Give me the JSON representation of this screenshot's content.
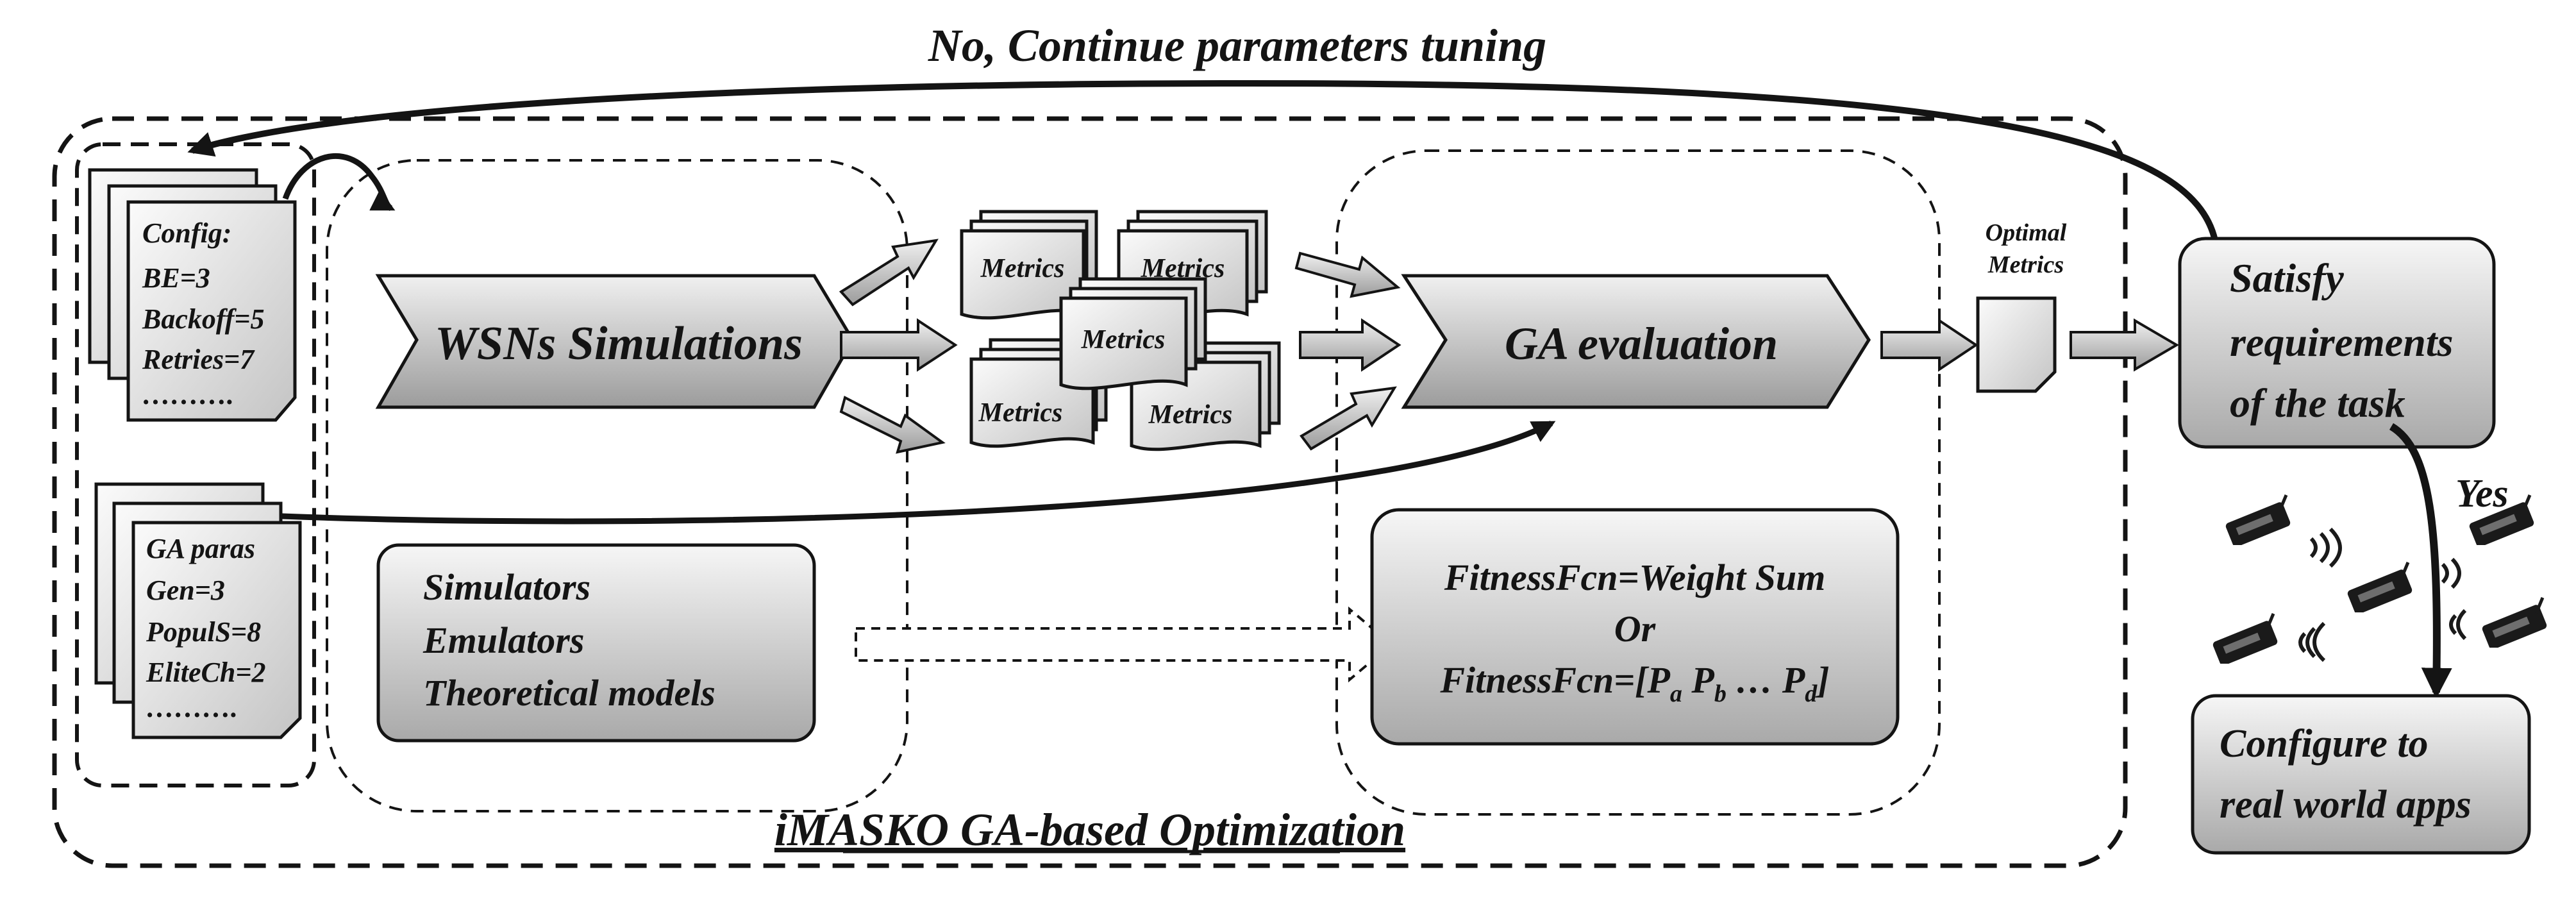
{
  "feedback_label": "No, Continue parameters tuning",
  "outer_caption": "iMASKO GA-based Optimization",
  "config_doc": {
    "lines": [
      "Config:",
      "BE=3",
      "Backoff=5",
      "Retries=7",
      "………."
    ]
  },
  "ga_doc": {
    "lines": [
      "GA paras",
      "Gen=3",
      "PopulS=8",
      "EliteCh=2",
      "………."
    ]
  },
  "simulation_arrow_label": "WSNs Simulations",
  "metrics_label": "Metrics",
  "ga_arrow_label": "GA evaluation",
  "simulators_box": {
    "lines": [
      "Simulators",
      "Emulators",
      "Theoretical models"
    ]
  },
  "fitness_box": {
    "line1": "FitnessFcn=Weight Sum",
    "line2": "Or",
    "line3_prefix": "FitnessFcn=[P",
    "sub_a": "a",
    "p_b": " P",
    "sub_b": "b",
    "ellipsis": " … P",
    "sub_d": "d",
    "line3_suffix": "]"
  },
  "optimal_metrics": [
    "Optimal",
    "Metrics"
  ],
  "decision_box": {
    "lines": [
      "Satisfy",
      "requirements",
      "of the task"
    ]
  },
  "yes_label": "Yes",
  "configure_box": {
    "lines": [
      "Configure to",
      "real world apps"
    ]
  },
  "colors": {
    "ink": "#141414",
    "box_fill_light": "#f4f4f4",
    "box_fill_dark": "#a9a9a9"
  },
  "icons": [
    "wireless-sensor-node-icon",
    "radio-wave-icon"
  ]
}
